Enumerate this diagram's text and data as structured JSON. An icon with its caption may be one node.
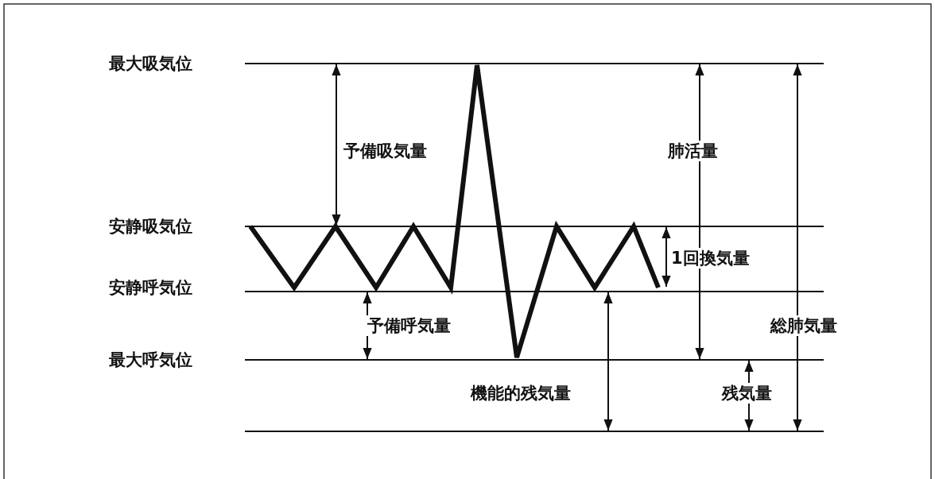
{
  "diagram": {
    "labels": [
      "最大吸気位",
      "予備吸気量",
      "肺活量",
      "安静吸気位",
      "1回換気量",
      "安静呼気位",
      "予備呼気量",
      "総肺気量",
      "最大呼気位",
      "機能的残気量",
      "残気量"
    ]
  }
}
